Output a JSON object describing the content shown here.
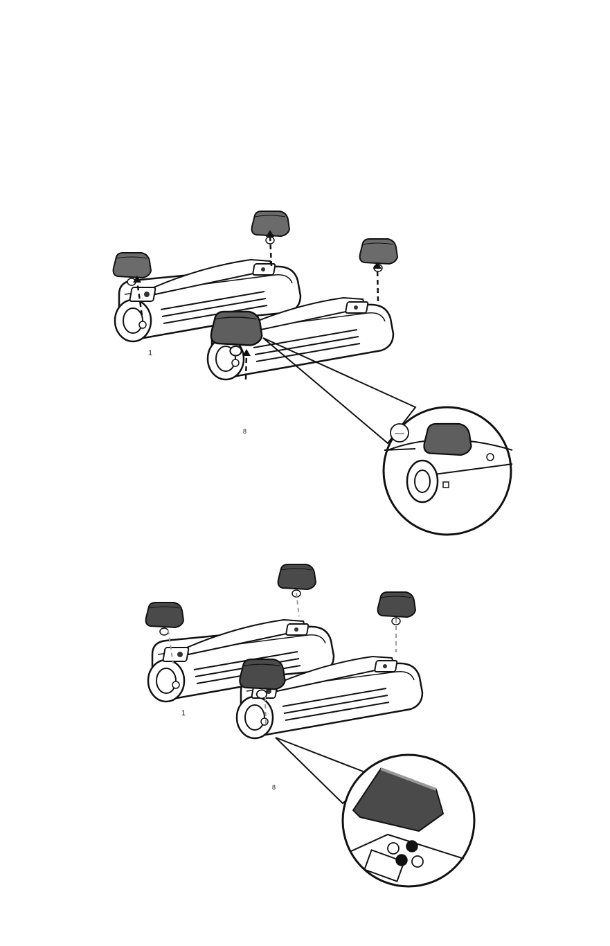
{
  "figure_top": {
    "label": "top-figure-remove-caps",
    "base_labels": {
      "left_unit": "1",
      "right_unit": "8"
    },
    "callout_symbol": "—",
    "arrow_style": "dashed-black",
    "cap_color": "#6b6b6b",
    "cap_top_color": "#9a9a9a"
  },
  "figure_bottom": {
    "label": "bottom-figure-install-caps",
    "base_labels": {
      "left_unit": "1",
      "right_unit": "8"
    },
    "arrow_style": "dashed-gray",
    "cap_color": "#4a4a4a",
    "cap_top_color": "#707070"
  },
  "colors": {
    "line": "#111111",
    "paper": "#ffffff",
    "guide_gray": "#9a9a9a"
  }
}
